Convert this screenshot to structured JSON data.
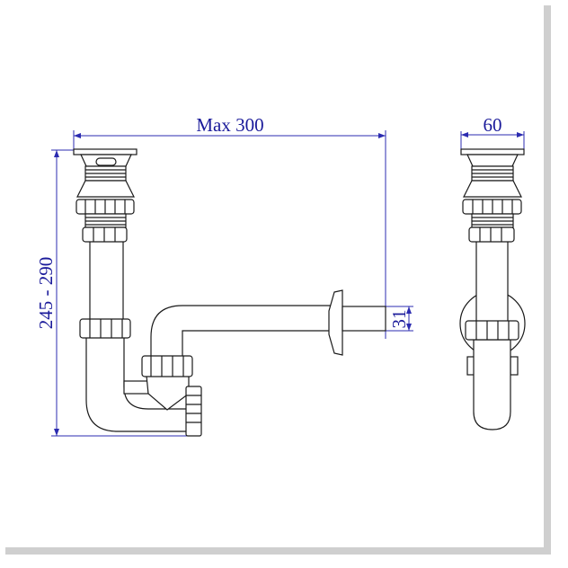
{
  "title": "Bottle trap siphon technical drawing",
  "dimensions": {
    "max_length": "Max 300",
    "height_range": "245 - 290",
    "outlet_diameter": "31",
    "flange_width": "60"
  },
  "colors": {
    "dimension": "#2b2bb0",
    "line": "#1a1a1a",
    "frame": "#cfcfcf"
  }
}
